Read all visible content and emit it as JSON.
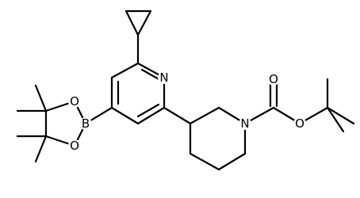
{
  "molecule": {
    "atom_labels": {
      "pyridine_n": "N",
      "piperidine_n": "N",
      "boron": "B",
      "boronate_o_upper": "O",
      "boronate_o_lower": "O",
      "carbonyl_o": "O",
      "ester_o": "O"
    }
  },
  "colors": {
    "bond": "#000000",
    "label": "#000000",
    "background": "#ffffff"
  }
}
